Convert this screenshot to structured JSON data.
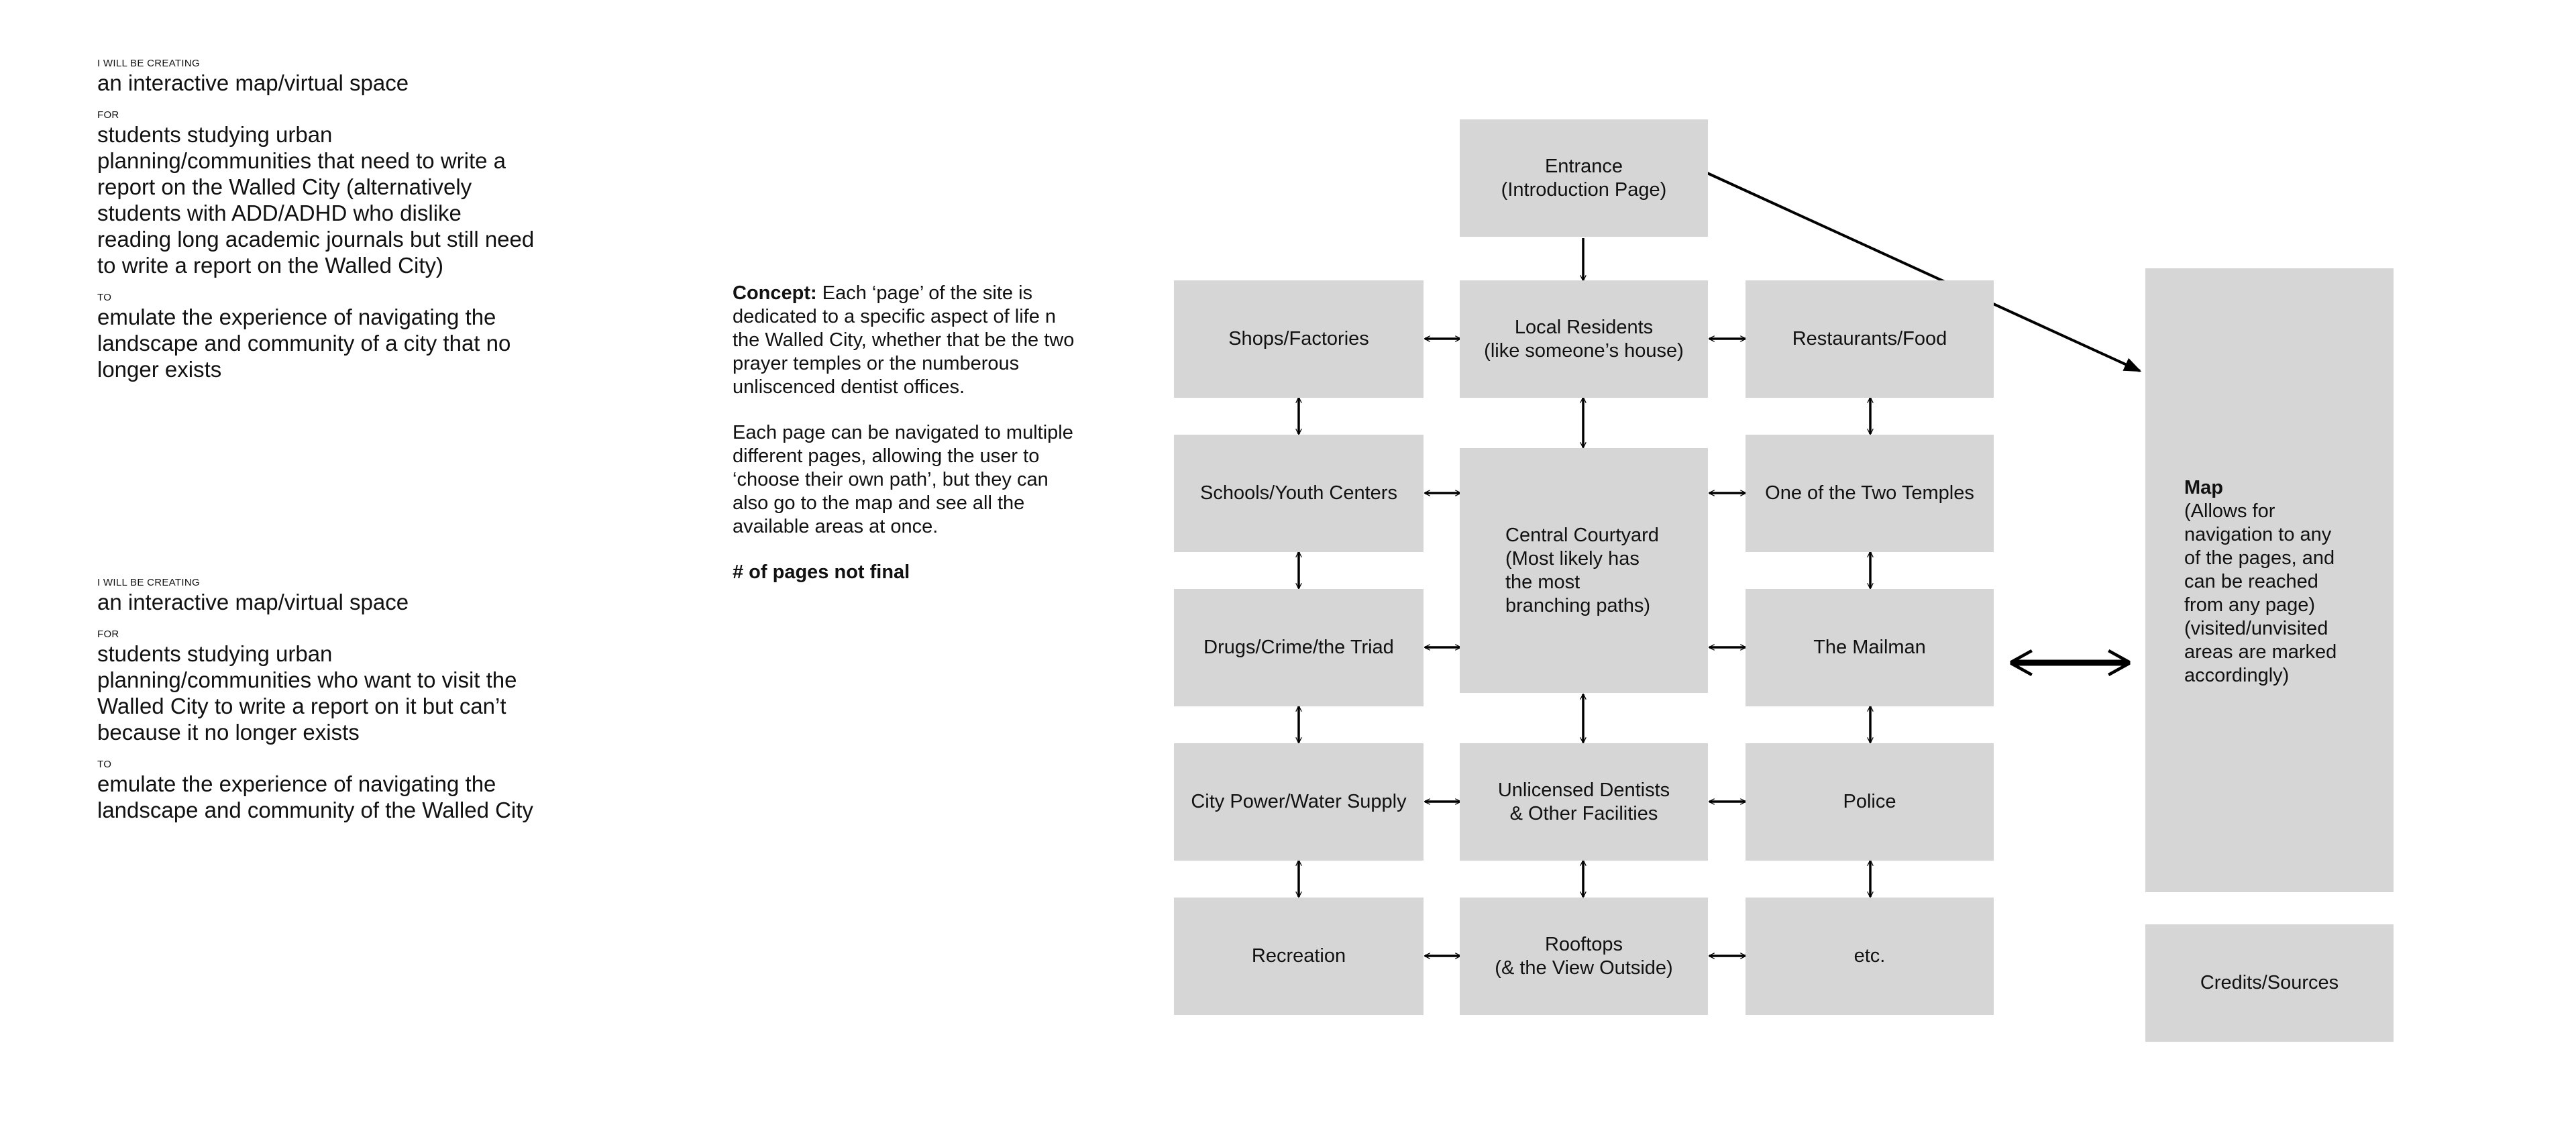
{
  "statement_1": {
    "cap_creating": "I WILL BE CREATING",
    "creating": "an interactive map/virtual space",
    "cap_for": "FOR",
    "for": "students studying urban planning/communities that need to write a report on the Walled City (alternatively students with ADD/ADHD who dislike reading long academic journals but still need to write a report on the Walled City)",
    "cap_to": "TO",
    "to": "emulate the experience of navigating the landscape and community of a city that no longer exists"
  },
  "statement_2": {
    "cap_creating": "I WILL BE CREATING",
    "creating": "an interactive map/virtual space",
    "cap_for": "FOR",
    "for": "students studying urban planning/communities who want to visit the Walled City to write a report on it but can’t because it no longer exists",
    "cap_to": "TO",
    "to": "emulate the experience of navigating the landscape and community of the Walled City"
  },
  "concept": {
    "label": "Concept:",
    "text": " Each ‘page’ of the site is dedicated to a specific aspect of life n the Walled City, whether that be the two prayer temples or the numberous unliscenced dentist offices.",
    "paragraph_2": "Each page can be navigated to multiple different pages, allowing the user to ‘choose their own path’, but they can also go to the map and see all the available areas at once.",
    "note": "# of pages not final"
  },
  "nodes": {
    "entrance": "Entrance\n(Introduction Page)",
    "shops": "Shops/Factories",
    "residents": "Local Residents\n(like someone’s house)",
    "restaurants": "Restaurants/Food",
    "schools": "Schools/Youth Centers",
    "courtyard": "Central Courtyard\n(Most likely has\nthe most\nbranching paths)",
    "temples": "One of the Two Temples",
    "drugs": "Drugs/Crime/the Triad",
    "mailman": "The Mailman",
    "power": "City Power/Water Supply",
    "dentists": "Unlicensed Dentists\n& Other Facilities",
    "police": "Police",
    "recreation": "Recreation",
    "rooftops": "Rooftops\n(& the View Outside)",
    "etc": "etc.",
    "map_title": "Map",
    "map_desc": "(Allows for\nnavigation to any\nof the pages, and\ncan be reached\nfrom any page)\n(visited/unvisited\nareas are marked\naccordingly)",
    "credits": "Credits/Sources"
  },
  "colors": {
    "box_fill": "#d6d6d6",
    "text": "#111111",
    "arrow": "#000000"
  }
}
